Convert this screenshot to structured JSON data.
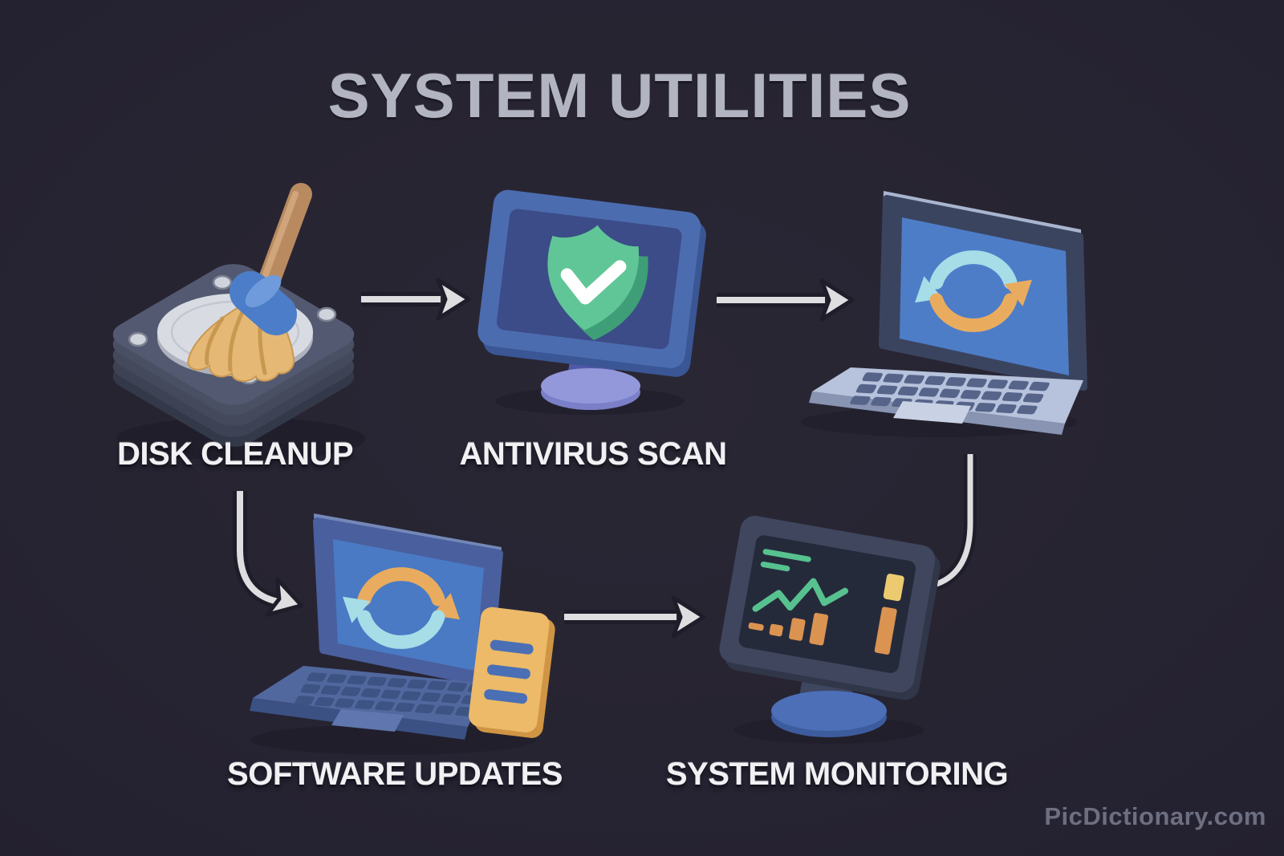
{
  "title": "SYSTEM UTILITIES",
  "watermark": "PicDictionary.com",
  "background_color": "#272432",
  "nodes": {
    "disk_cleanup": {
      "label": "DISK CLEANUP",
      "icon": "harddrive-broom-3d"
    },
    "antivirus_scan": {
      "label": "ANTIVIRUS SCAN",
      "icon": "monitor-shield-check-3d"
    },
    "sync_laptop": {
      "label": "",
      "icon": "laptop-sync-arrows-3d"
    },
    "software_updates": {
      "label": "SOFTWARE UPDATES",
      "icon": "laptop-sync-document-3d"
    },
    "system_monitoring": {
      "label": "SYSTEM MONITORING",
      "icon": "monitor-dashboard-charts-3d"
    }
  },
  "connections": [
    {
      "from": "disk_cleanup",
      "to": "antivirus_scan",
      "style": "straight-arrow-right"
    },
    {
      "from": "antivirus_scan",
      "to": "sync_laptop",
      "style": "straight-arrow-right"
    },
    {
      "from": "disk_cleanup",
      "to": "software_updates",
      "style": "curved-arrow-down-right"
    },
    {
      "from": "software_updates",
      "to": "system_monitoring",
      "style": "straight-arrow-right"
    },
    {
      "from": "sync_laptop",
      "to": "system_monitoring",
      "style": "curved-line-down-left"
    }
  ],
  "colors": {
    "title_text": "#b2b5c1",
    "label_text": "#f1f1f4",
    "arrow_light": "#dedee0",
    "arrow_outline": "#1f1d29",
    "shield_green": "#60c697",
    "chart_green": "#57c28f",
    "sync_cyan": "#a7dde7",
    "sync_orange": "#e9ac5e",
    "document_yellow": "#ecba68",
    "bar_orange": "#da9350",
    "screen_blue": "#4e7dc8",
    "stand_lavender": "#9398da",
    "stand_blue": "#4c6fb8",
    "drive_slate": "#4f5568"
  }
}
